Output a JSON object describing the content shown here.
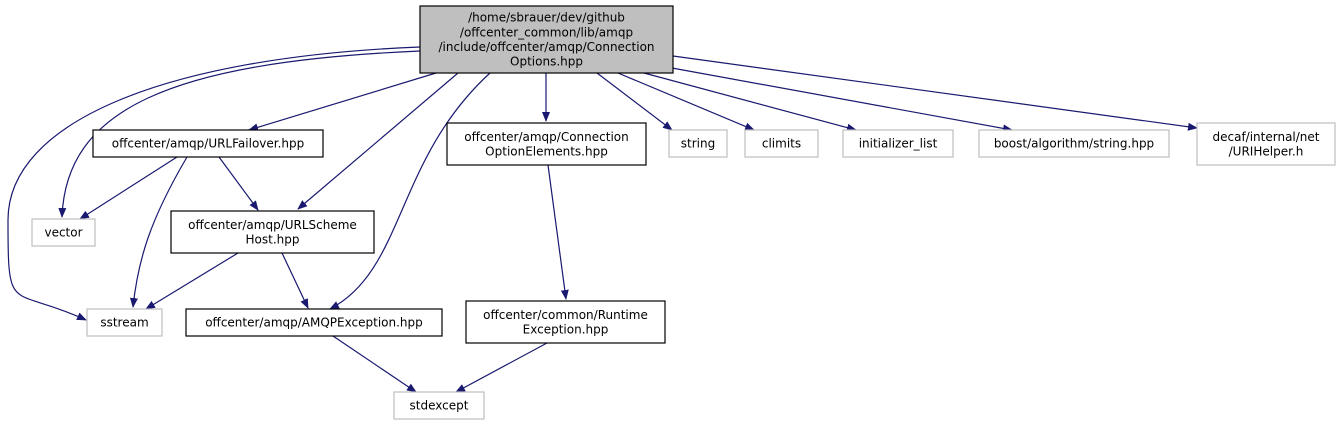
{
  "colors": {
    "edge": "#191970",
    "root_fill": "#bfbfbf",
    "root_border": "#000000",
    "documented_border": "#000000",
    "external_border": "#bfbfbf",
    "node_fill": "#ffffff"
  },
  "nodes": {
    "root": {
      "kind": "root",
      "lines": [
        "/home/sbrauer/dev/github",
        "/offcenter_common/lib/amqp",
        "/include/offcenter/amqp/Connection",
        "Options.hpp"
      ]
    },
    "urlfailover": {
      "kind": "documented",
      "lines": [
        "offcenter/amqp/URLFailover.hpp"
      ]
    },
    "connopt": {
      "kind": "documented",
      "lines": [
        "offcenter/amqp/Connection",
        "OptionElements.hpp"
      ]
    },
    "string": {
      "kind": "external",
      "lines": [
        "string"
      ]
    },
    "climits": {
      "kind": "external",
      "lines": [
        "climits"
      ]
    },
    "initlist": {
      "kind": "external",
      "lines": [
        "initializer_list"
      ]
    },
    "boost": {
      "kind": "external",
      "lines": [
        "boost/algorithm/string.hpp"
      ]
    },
    "decaf": {
      "kind": "external",
      "lines": [
        "decaf/internal/net",
        "/URIHelper.h"
      ]
    },
    "vector": {
      "kind": "external",
      "lines": [
        "vector"
      ]
    },
    "scheme": {
      "kind": "documented",
      "lines": [
        "offcenter/amqp/URLScheme",
        "Host.hpp"
      ]
    },
    "sstream": {
      "kind": "external",
      "lines": [
        "sstream"
      ]
    },
    "amqpex": {
      "kind": "documented",
      "lines": [
        "offcenter/amqp/AMQPException.hpp"
      ]
    },
    "runtime": {
      "kind": "documented",
      "lines": [
        "offcenter/common/Runtime",
        "Exception.hpp"
      ]
    },
    "stdexcept": {
      "kind": "external",
      "lines": [
        "stdexcept"
      ]
    }
  },
  "edges": [
    [
      "root",
      "urlfailover"
    ],
    [
      "root",
      "connopt"
    ],
    [
      "root",
      "string"
    ],
    [
      "root",
      "climits"
    ],
    [
      "root",
      "initlist"
    ],
    [
      "root",
      "boost"
    ],
    [
      "root",
      "decaf"
    ],
    [
      "root",
      "vector"
    ],
    [
      "root",
      "sstream"
    ],
    [
      "root",
      "scheme"
    ],
    [
      "root",
      "amqpex"
    ],
    [
      "urlfailover",
      "vector"
    ],
    [
      "urlfailover",
      "sstream"
    ],
    [
      "urlfailover",
      "scheme"
    ],
    [
      "scheme",
      "sstream"
    ],
    [
      "scheme",
      "amqpex"
    ],
    [
      "amqpex",
      "stdexcept"
    ],
    [
      "connopt",
      "runtime"
    ],
    [
      "runtime",
      "stdexcept"
    ]
  ]
}
